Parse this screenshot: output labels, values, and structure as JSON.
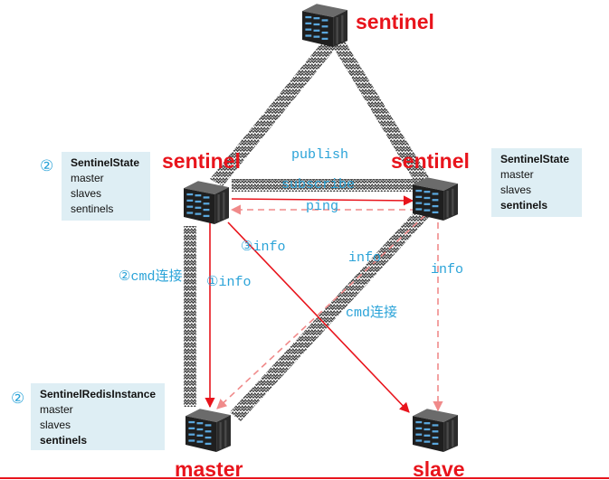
{
  "nodes": {
    "top": {
      "label": "sentinel"
    },
    "left": {
      "label": "sentinel"
    },
    "right": {
      "label": "sentinel"
    },
    "master": {
      "label": "master"
    },
    "slave": {
      "label": "slave"
    }
  },
  "boxes": {
    "left_state": {
      "step": "②",
      "title": "SentinelState",
      "lines": [
        "master",
        "slaves",
        "sentinels"
      ]
    },
    "right_state": {
      "title": "SentinelState",
      "lines": [
        "master",
        "slaves",
        "sentinels"
      ]
    },
    "instance": {
      "step": "②",
      "title": "SentinelRedisInstance",
      "lines": [
        "master",
        "slaves",
        "sentinels"
      ]
    }
  },
  "edges": {
    "publish": "publish",
    "subscribe": "subscribe",
    "ping": "ping",
    "info_3": "③info",
    "info_right_mid": "info",
    "info_right": "info",
    "cmd_left": "②cmd连接",
    "info_1": "①info",
    "cmd_mid": "cmd连接"
  },
  "colors": {
    "node_label": "#e8141c",
    "arrow": "#e8141c",
    "dashed_arrow": "#f08a8a",
    "edge_text": "#2aa3d8",
    "box_bg": "#deeef4",
    "zigzag": "#3a3a3a"
  },
  "icons": {
    "server": "server-rack-icon"
  }
}
